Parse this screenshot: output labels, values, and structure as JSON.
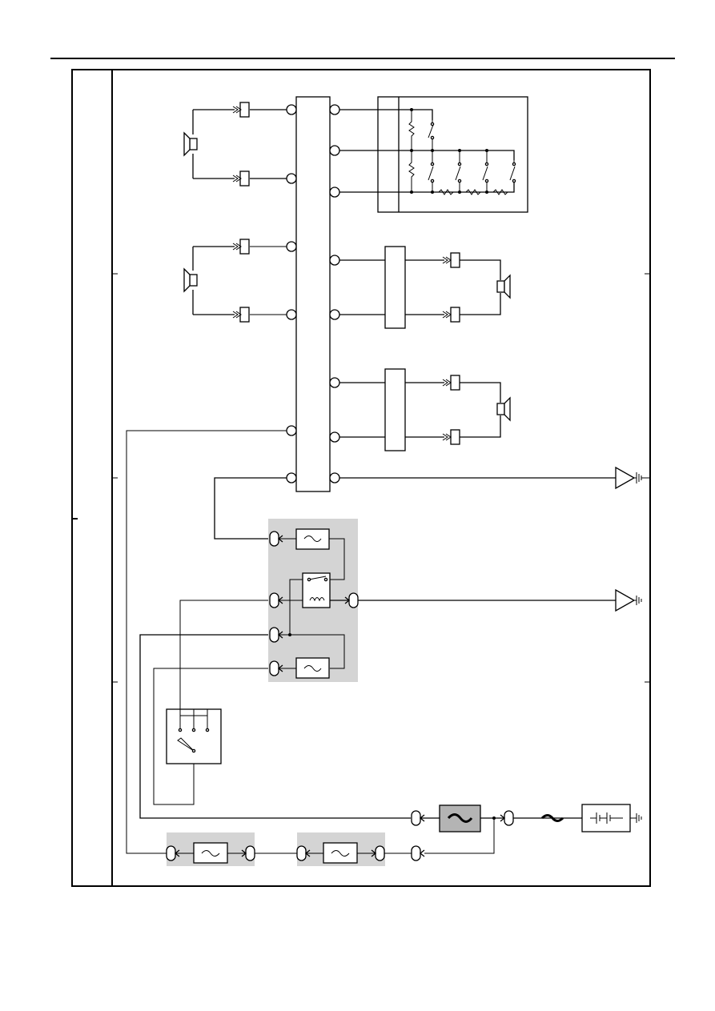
{
  "page": {
    "title": "",
    "colors": {
      "line": "#000000",
      "relay_block_fill": "#d4d4d4",
      "background": "#ffffff"
    }
  },
  "diagram": {
    "components": [
      "head-unit",
      "speaker-front-left",
      "speaker-rear-left",
      "steering-pad-switch",
      "amplifier-1",
      "amplifier-2",
      "speaker-front-right",
      "speaker-rear-right",
      "junction-block-relay",
      "fuse-1",
      "fuse-2",
      "ignition-switch",
      "main-fusible-link",
      "fuse-3",
      "fuse-4",
      "battery",
      "ground-1",
      "ground-2"
    ]
  }
}
